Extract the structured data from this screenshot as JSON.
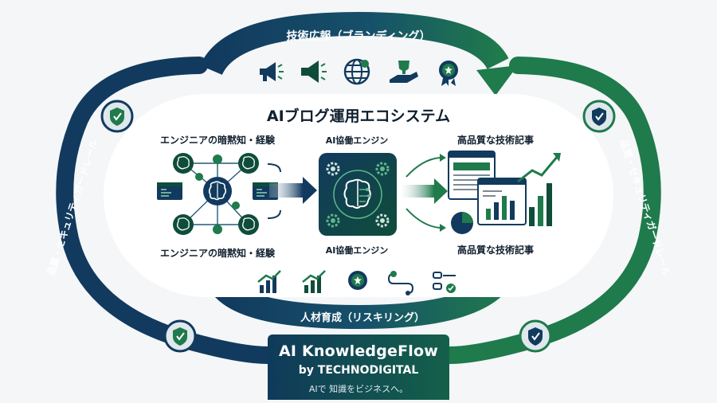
{
  "top_arc_label": "技術広報（ブランディング）",
  "bottom_arc_label": "人材育成（リスキリング）",
  "left_arc_label": "品質・セキュリティガードレール",
  "right_arc_label": "品質・セキュリティガードレール",
  "center_title": "AIブログ運用エコシステム",
  "left_top_label": "エンジニアの暗黙知・経験",
  "left_bottom_label": "エンジニアの暗黙知・経験",
  "mid_top_label": "AI協働エンジン",
  "mid_bottom_label": "AI協働エンジン",
  "right_top_label": "高品質な技術記事",
  "right_bottom_label": "高品質な技術記事",
  "brand": {
    "title": "AI KnowledgeFlow",
    "subtitle": "by TECHNODIGITAL",
    "tagline": "AIで 知識をビジネスへ。"
  },
  "colors": {
    "navy": "#123a5e",
    "green": "#1f7a4c",
    "dark_green": "#0f4d3a"
  },
  "icons": {
    "top": [
      "megaphone-icon",
      "megaphone-icon",
      "globe-icon",
      "trophy-hand-icon",
      "award-badge-icon"
    ],
    "bottom": [
      "growth-chart-icon",
      "growth-chart-icon",
      "award-badge-icon",
      "route-icon",
      "checklist-icon"
    ],
    "shields": [
      "shield-check-icon",
      "shield-check-icon",
      "shield-check-icon",
      "shield-check-icon"
    ]
  }
}
